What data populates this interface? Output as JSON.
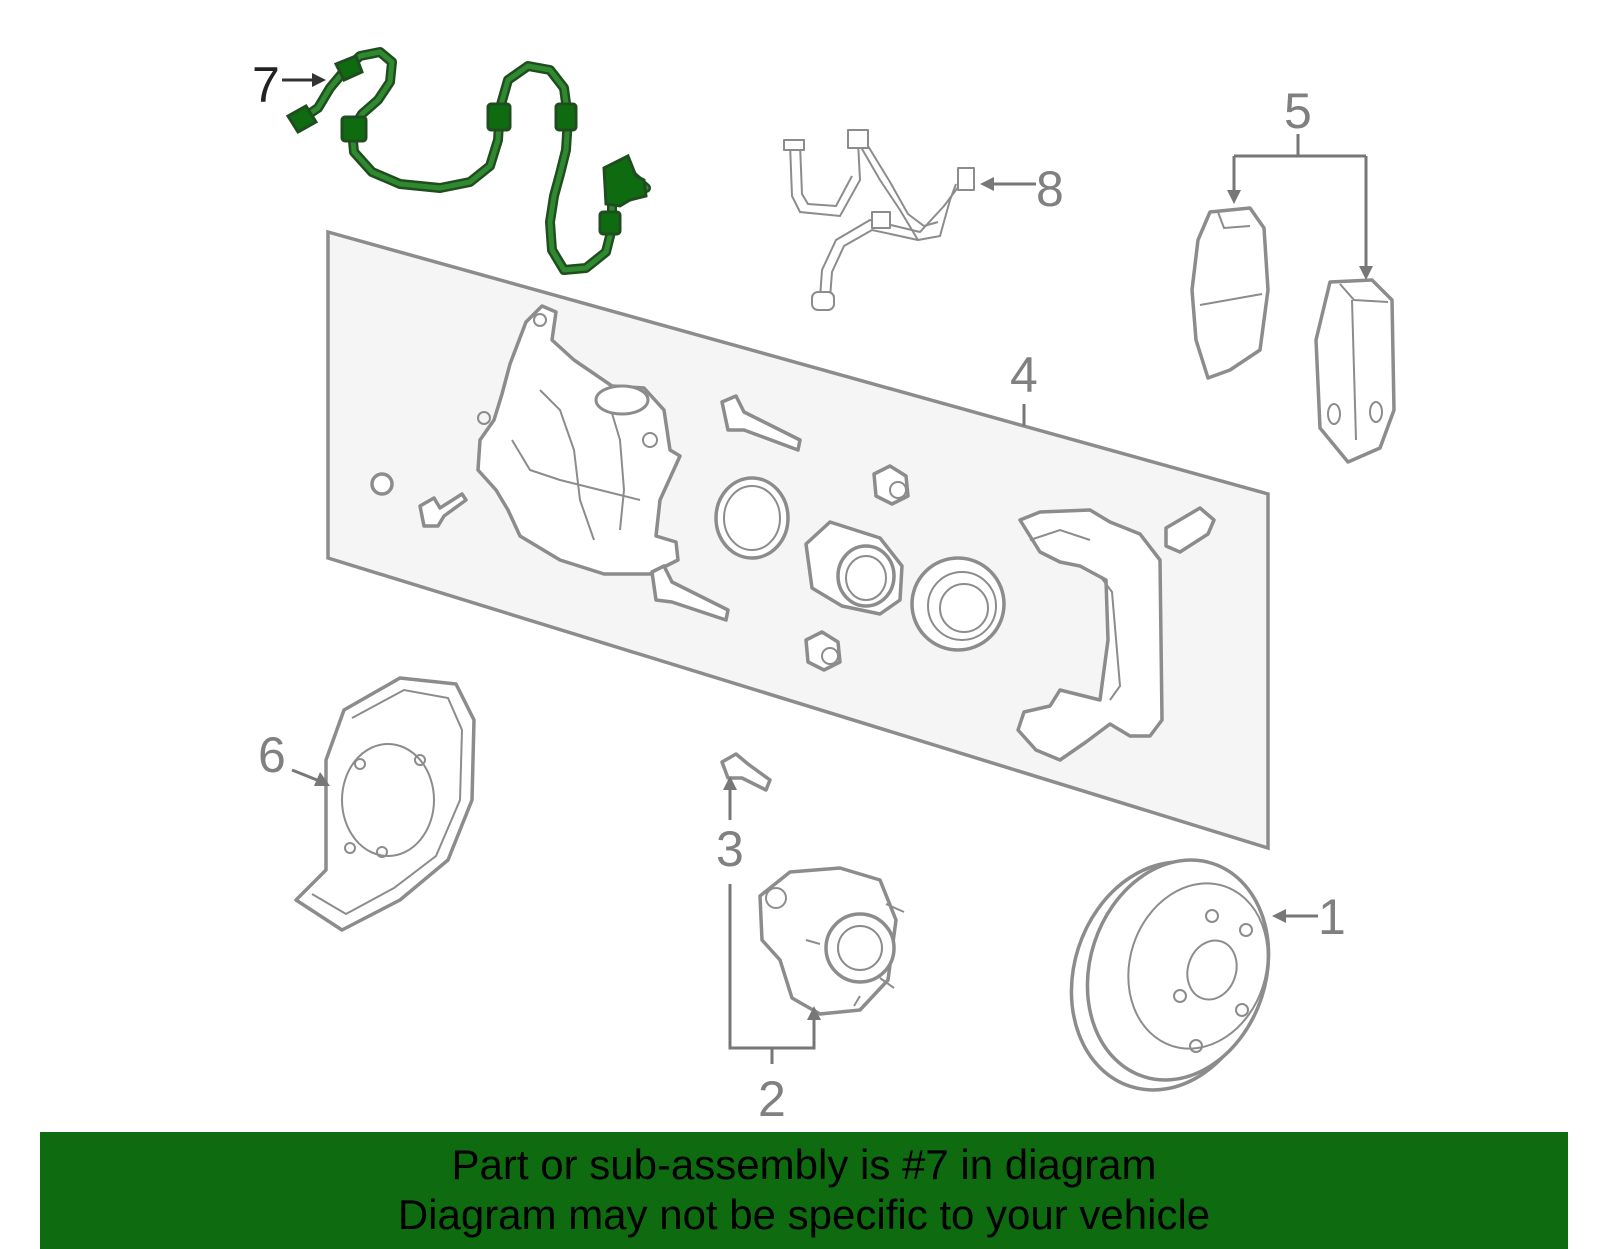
{
  "callouts": {
    "c1": "1",
    "c2": "2",
    "c3": "3",
    "c4": "4",
    "c5": "5",
    "c6": "6",
    "c7": "7",
    "c8": "8"
  },
  "highlighted_part": "7",
  "colors": {
    "highlight": "#0f6b0f",
    "highlight_stroke": "#1f4d1f",
    "parts": "#8c8c8c",
    "panel": "#f5f5f5"
  },
  "banner": {
    "line1": "Part or sub-assembly is #7 in diagram",
    "line2": "Diagram may not be specific to your vehicle"
  }
}
